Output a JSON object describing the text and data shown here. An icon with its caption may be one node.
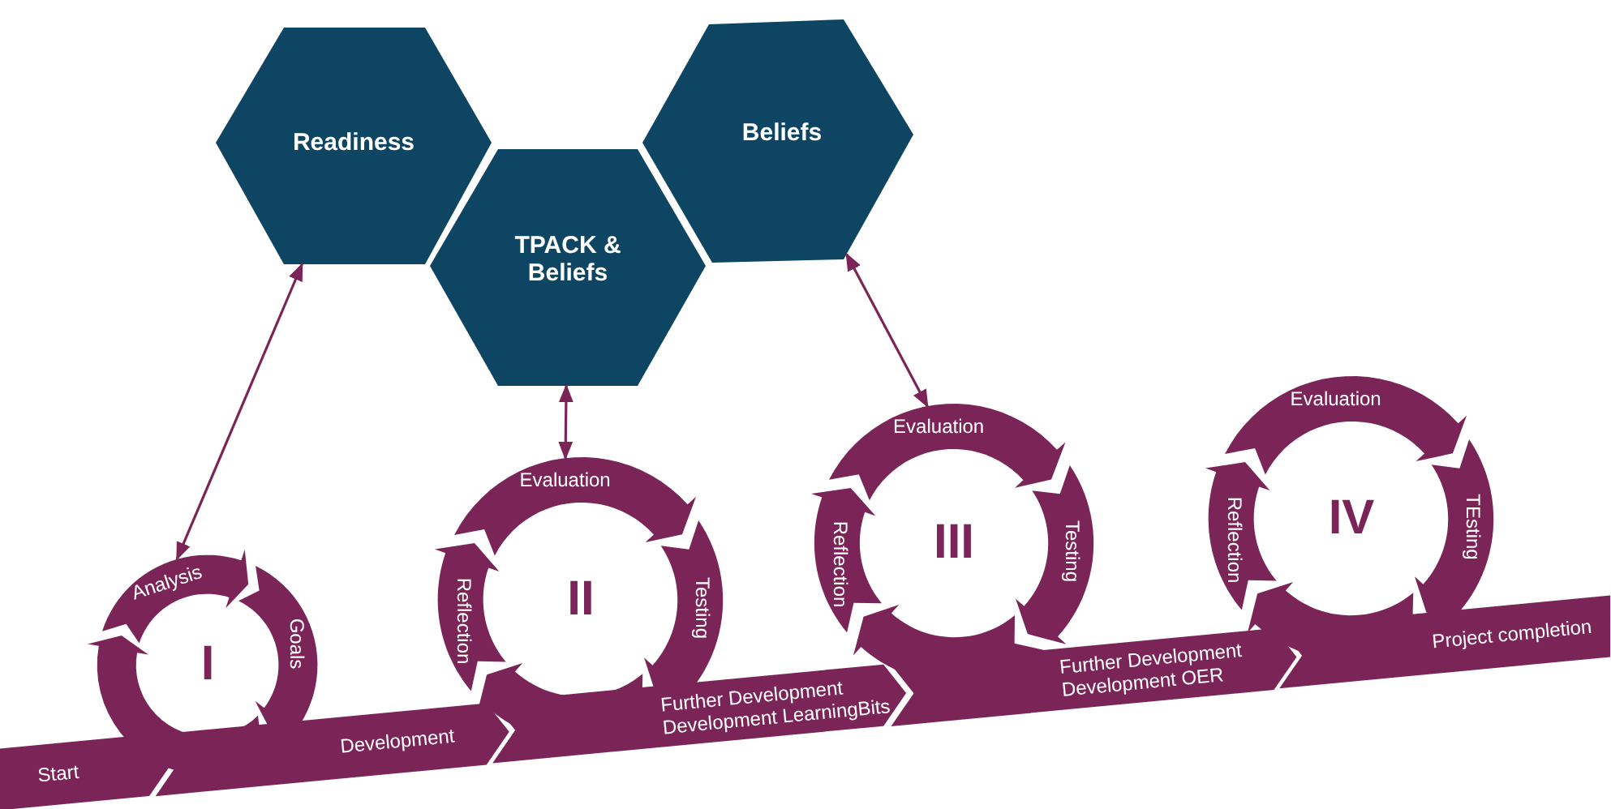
{
  "diagram": {
    "nodes": [
      {
        "text": [
          "Readiness"
        ]
      },
      {
        "text": [
          "TPACK & Beliefs"
        ]
      },
      {
        "text": [
          "Beliefs"
        ]
      },
      {
        "text": [
          "Analysis"
        ]
      },
      {
        "text": [
          "Goals"
        ]
      },
      {
        "text": [
          "Evaluation"
        ]
      },
      {
        "text": [
          "Testing"
        ]
      },
      {
        "text": [
          "Reflection"
        ]
      },
      {
        "text": [
          "Evaluation"
        ]
      },
      {
        "text": [
          "Testing"
        ]
      },
      {
        "text": [
          "Reflection"
        ]
      },
      {
        "text": [
          "Evaluation"
        ]
      },
      {
        "text": [
          "TEsting"
        ]
      },
      {
        "text": [
          "Reflection"
        ]
      },
      {
        "text": [
          "Start"
        ]
      },
      {
        "text": [
          "Development"
        ]
      },
      {
        "text": [
          "Further Development",
          "Development LearningBits"
        ]
      },
      {
        "text": [
          "Further Development",
          "Development OER"
        ]
      },
      {
        "text": [
          "Project completion"
        ]
      }
    ],
    "edges": [
      {
        "from": 0,
        "to": 3,
        "arrow": "both"
      },
      {
        "from": 1,
        "to": 5,
        "arrow": "both"
      },
      {
        "from": 2,
        "to": 8,
        "arrow": "both"
      }
    ],
    "labels": [
      "I",
      "II",
      "III",
      "IV"
    ]
  }
}
